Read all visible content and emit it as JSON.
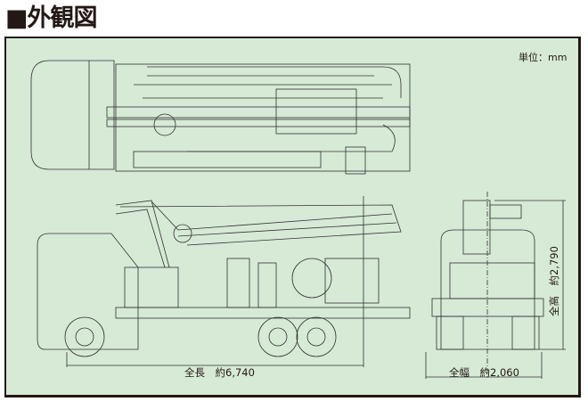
{
  "title": "■外観図",
  "unit_label": "単位：mm",
  "dimensions": {
    "length": "全長　約6,740",
    "width": "全幅　約2,060",
    "height": "全高　約2,790"
  }
}
